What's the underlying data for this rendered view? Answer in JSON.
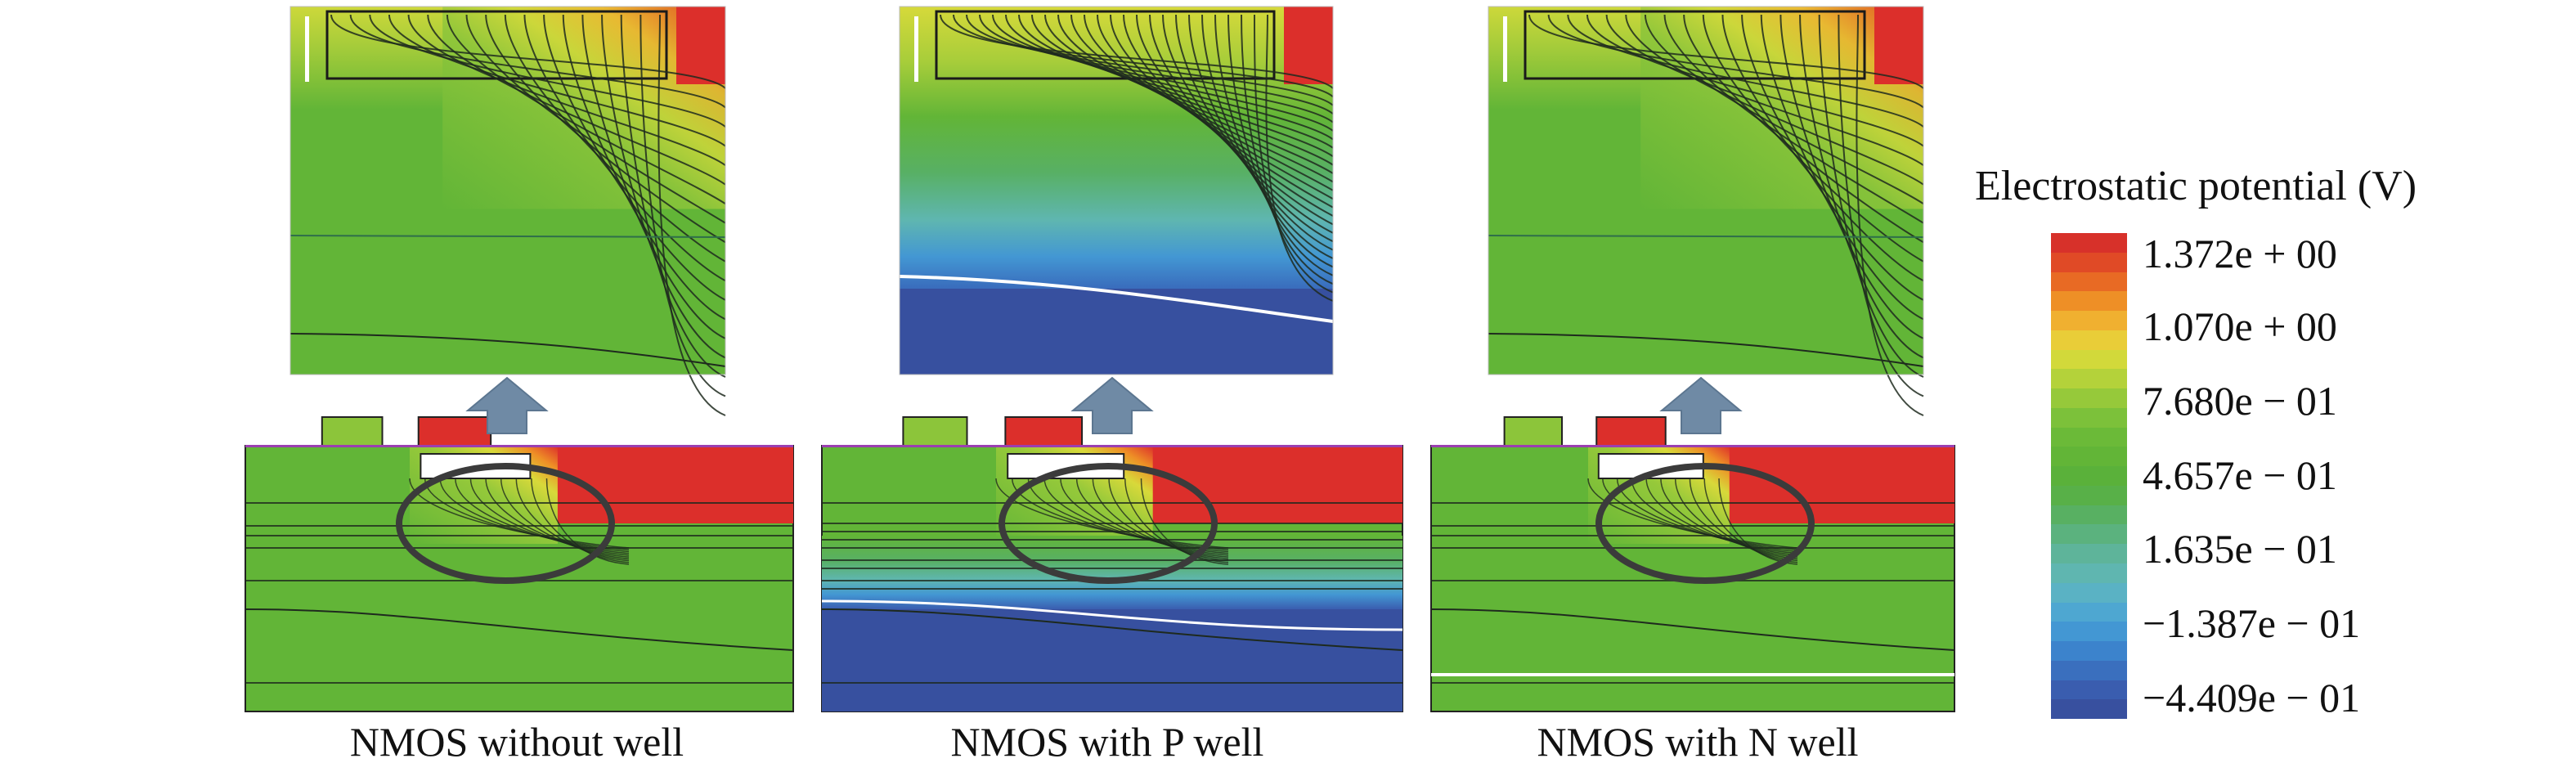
{
  "panels": [
    {
      "caption": "NMOS without well",
      "variant": "none"
    },
    {
      "caption": "NMOS with P well",
      "variant": "p"
    },
    {
      "caption": "NMOS with N well",
      "variant": "n"
    }
  ],
  "legend": {
    "title": "Electrostatic potential (V)",
    "ticks": [
      "1.372e + 00",
      "1.070e + 00",
      "7.680e − 01",
      "4.657e − 01",
      "1.635e − 01",
      "−1.387e − 01",
      "−4.409e − 01"
    ],
    "colors": [
      "#d7312a",
      "#e04a26",
      "#e86a24",
      "#ee8f26",
      "#f0b030",
      "#e9cd38",
      "#d2d93a",
      "#b4d23a",
      "#96c93a",
      "#7cc13a",
      "#6bba38",
      "#62b537",
      "#5ab13a",
      "#58b048",
      "#58b062",
      "#5bb27e",
      "#5eb49a",
      "#5fb6b0",
      "#5ab2c4",
      "#4ea7d1",
      "#4397d3",
      "#3c83cc",
      "#3a6fbe",
      "#3a5daf",
      "#38509f"
    ]
  },
  "colors": {
    "green": "#62b537",
    "red": "#dc2f2b",
    "blue": "#37509f",
    "arrow": "#6f8aa5",
    "circle": "#3b3b3b"
  }
}
